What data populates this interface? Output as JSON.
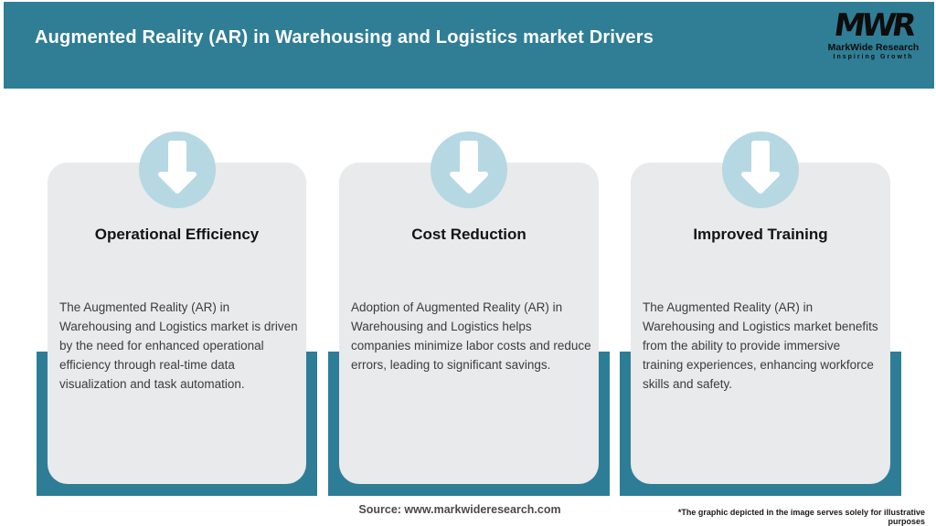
{
  "header": {
    "title": "Augmented Reality (AR) in Warehousing and Logistics market Drivers",
    "logo": {
      "mark": "MWR",
      "name": "MarkWide Research",
      "tagline": "Inspiring Growth"
    }
  },
  "cards": [
    {
      "icon": "down-arrow-icon",
      "title": "Operational Efficiency",
      "body": "The Augmented Reality (AR) in Warehousing and Logistics market is driven by the need for enhanced operational efficiency through real-time data visualization and task automation."
    },
    {
      "icon": "down-arrow-icon",
      "title": "Cost Reduction",
      "body": "Adoption of Augmented Reality (AR) in Warehousing and Logistics helps companies minimize labor costs and reduce errors, leading to significant savings."
    },
    {
      "icon": "down-arrow-icon",
      "title": "Improved Training",
      "body": "The Augmented Reality (AR) in Warehousing and Logistics market benefits from the ability to provide immersive training experiences, enhancing workforce skills and safety."
    }
  ],
  "footer": {
    "source": "Source: www.markwideresearch.com",
    "disclaimer": "*The graphic depicted in the image serves solely for illustrative purposes"
  },
  "colors": {
    "header_teal": "#2f7e96",
    "backing_teal": "#2e7d97",
    "circle_blue": "#b5d8e3",
    "card_gray": "#e8eaeb",
    "arrow": "#ffffff",
    "title_text": "#ffffff",
    "heading_text": "#141414",
    "body_text": "#3c3c3c"
  }
}
